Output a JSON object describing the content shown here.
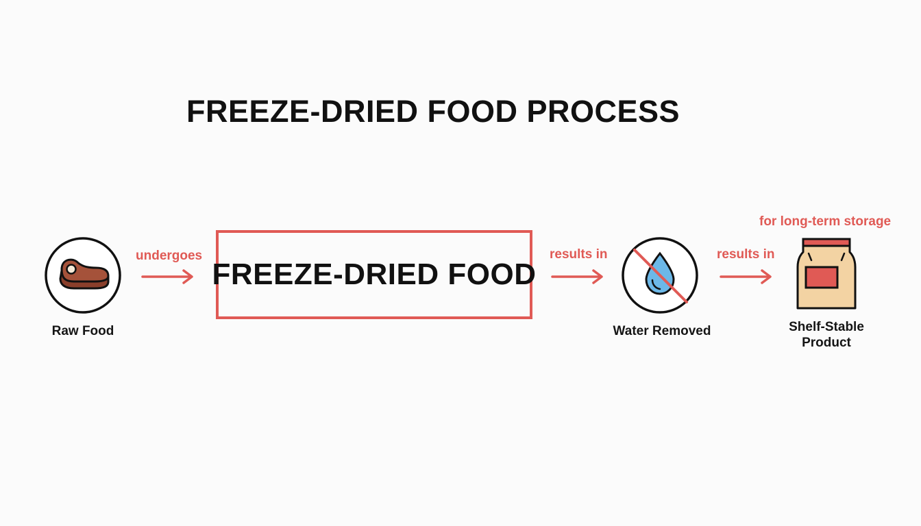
{
  "title": "FREEZE-DRIED FOOD PROCESS",
  "nodes": {
    "raw_food": {
      "label": "Raw Food",
      "icon": "meat-icon"
    },
    "main": {
      "label": "FREEZE-DRIED FOOD"
    },
    "water_removed": {
      "label": "Water Removed",
      "icon": "no-water-drop-icon"
    },
    "shelf_stable": {
      "label_line1": "Shelf-Stable",
      "label_line2": "Product",
      "icon": "food-bag-icon"
    }
  },
  "edges": {
    "e1": "undergoes",
    "e2": "results in",
    "e3": "results in"
  },
  "annotation": "for long-term storage",
  "colors": {
    "accent": "#e05a55",
    "text": "#111111",
    "meat": "#a5523a",
    "water": "#6cb8e8",
    "bag": "#f3d3a3",
    "background": "#fbfbfb"
  }
}
